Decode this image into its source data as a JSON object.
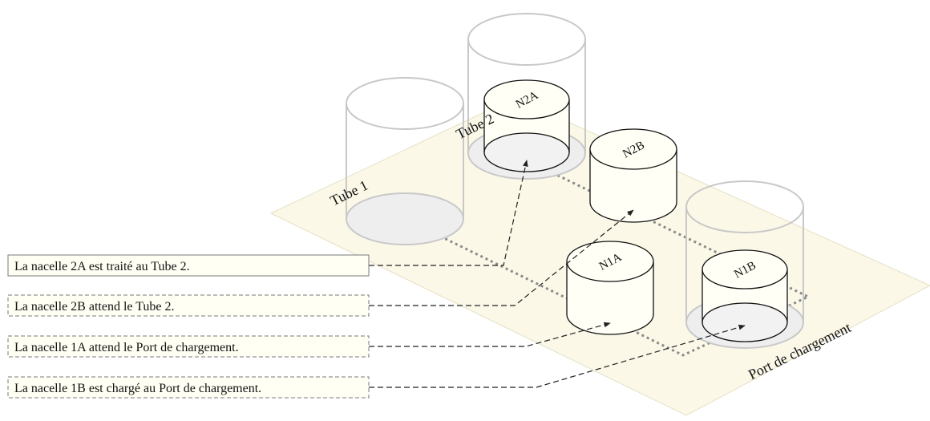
{
  "colors": {
    "floor": "#fbf8e8",
    "floor_stroke": "#e6e0c4",
    "tube_stroke": "#c8c8c8",
    "tube_base": "#eeeeee",
    "pod_fill": "#fffff6",
    "pod_stroke": "#111111",
    "path": "#8a8a8a",
    "callout_fill": "#fffff4",
    "callout_stroke": "#7a7a7a",
    "arrow": "#222222"
  },
  "tubes": [
    {
      "id": "tube1",
      "label": "Tube 1"
    },
    {
      "id": "tube2",
      "label": "Tube 2"
    },
    {
      "id": "port",
      "label": "Port de chargement"
    }
  ],
  "pods": [
    {
      "id": "n2a",
      "label": "N2A"
    },
    {
      "id": "n2b",
      "label": "N2B"
    },
    {
      "id": "n1a",
      "label": "N1A"
    },
    {
      "id": "n1b",
      "label": "N1B"
    }
  ],
  "callouts": [
    {
      "id": "c2a",
      "text": "La nacelle 2A est traité au Tube 2.",
      "style": "solid"
    },
    {
      "id": "c2b",
      "text": "La nacelle 2B attend le Tube 2.",
      "style": "dashed"
    },
    {
      "id": "c1a",
      "text": "La nacelle 1A attend le Port de chargement.",
      "style": "dashed"
    },
    {
      "id": "c1b",
      "text": "La nacelle 1B est chargé au Port de chargement.",
      "style": "dashed"
    }
  ]
}
